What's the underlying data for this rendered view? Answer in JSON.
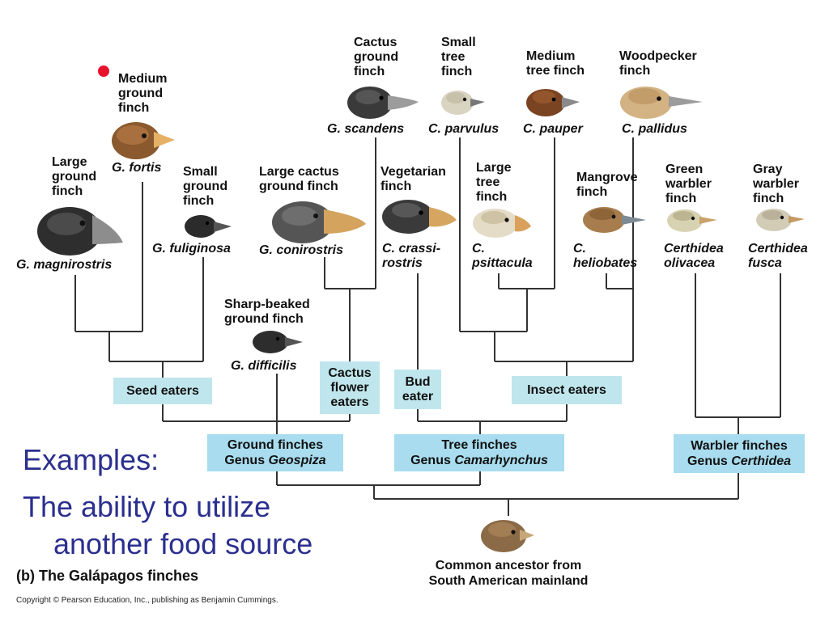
{
  "slide": {
    "examples": "Examples:",
    "ability_line1": "The ability to utilize",
    "ability_line2": "another food source"
  },
  "figure": {
    "caption": "(b) The Galápagos finches",
    "copyright": "Copyright © Pearson Education, Inc., publishing as Benjamin Cummings.",
    "ancestor": "Common ancestor from\nSouth American mainland"
  },
  "finches": {
    "medium_ground": {
      "common": "Medium\nground\nfinch",
      "species": "G. fortis"
    },
    "large_ground": {
      "common": "Large\nground\nfinch",
      "species": "G. magnirostris"
    },
    "small_ground": {
      "common": "Small\nground\nfinch",
      "species": "G. fuliginosa"
    },
    "large_cactus": {
      "common": "Large cactus\nground finch",
      "species": "G. conirostris"
    },
    "cactus_ground": {
      "common": "Cactus\nground\nfinch",
      "species": "G. scandens"
    },
    "sharp_beaked": {
      "common": "Sharp-beaked\nground finch",
      "species": "G. difficilis"
    },
    "small_tree": {
      "common": "Small\ntree\nfinch",
      "species": "C. parvulus"
    },
    "medium_tree": {
      "common": "Medium\ntree finch",
      "species": "C. pauper"
    },
    "woodpecker": {
      "common": "Woodpecker\nfinch",
      "species": "C. pallidus"
    },
    "vegetarian": {
      "common": "Vegetarian\nfinch",
      "species": "C. crassi-\nrostris"
    },
    "large_tree": {
      "common": "Large\ntree\nfinch",
      "species": "C.\npsittacula"
    },
    "mangrove": {
      "common": "Mangrove\nfinch",
      "species": "C.\nheliobates"
    },
    "green_warbler": {
      "common": "Green\nwarbler\nfinch",
      "species": "Certhidea\nolivacea"
    },
    "gray_warbler": {
      "common": "Gray\nwarbler\nfinch",
      "species": "Certhidea\nfusca"
    }
  },
  "diets": {
    "seed": "Seed eaters",
    "cactus_flower": "Cactus\nflower\neaters",
    "bud": "Bud\neater",
    "insect": "Insect eaters"
  },
  "genera": {
    "ground": {
      "line1": "Ground finches",
      "prefix": "Genus ",
      "genus": "Geospiza"
    },
    "tree": {
      "line1": "Tree finches",
      "prefix": "Genus ",
      "genus": "Camarhynchus"
    },
    "warbler": {
      "line1": "Warbler finches",
      "prefix": "Genus ",
      "genus": "Certhidea"
    }
  },
  "colors": {
    "diet_box": "#bfe6ec",
    "genus_box": "#a8dcee",
    "slide_text": "#2b2f8f",
    "marker": "#e8122a"
  }
}
